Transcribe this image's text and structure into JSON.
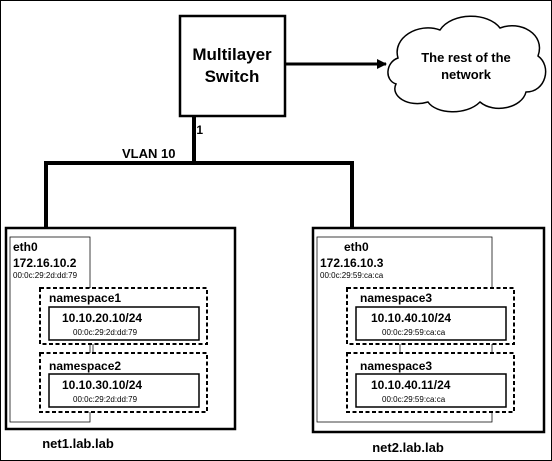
{
  "switch": {
    "line1": "Multilayer",
    "line2": "Switch",
    "port": ".1"
  },
  "cloud": {
    "line1": "The rest of the",
    "line2": "network"
  },
  "vlan": {
    "label": "VLAN 10"
  },
  "hosts": [
    {
      "name": "net1.lab.lab",
      "iface": "eth0",
      "ip": "172.16.10.2",
      "mac": "00:0c:29:2d:dd:79",
      "namespaces": [
        {
          "name": "namespace1",
          "ip": "10.10.20.10/24",
          "mac": "00:0c:29:2d:dd:79"
        },
        {
          "name": "namespace2",
          "ip": "10.10.30.10/24",
          "mac": "00:0c:29:2d:dd:79"
        }
      ]
    },
    {
      "name": "net2.lab.lab",
      "iface": "eth0",
      "ip": "172.16.10.3",
      "mac": "00:0c:29:59:ca:ca",
      "namespaces": [
        {
          "name": "namespace3",
          "ip": "10.10.40.10/24",
          "mac": "00:0c:29:59:ca:ca"
        },
        {
          "name": "namespace3",
          "ip": "10.10.40.11/24",
          "mac": "00:0c:29:59:ca:ca"
        }
      ]
    }
  ]
}
